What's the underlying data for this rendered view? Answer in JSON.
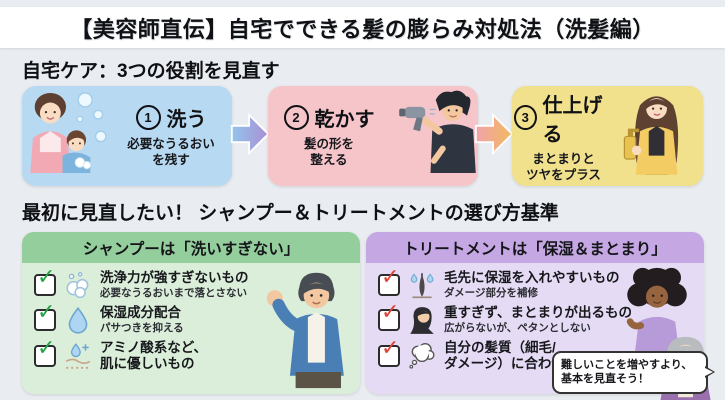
{
  "colors": {
    "background": "#e9edf1",
    "title_bar": "#ffffff",
    "card_wash": "#b7d9f1",
    "card_dry": "#f6c5ca",
    "card_finish": "#f1e18d",
    "shampoo_header": "#93ce9c",
    "shampoo_body": "#daeeda",
    "treatment_header": "#c5a8e3",
    "treatment_body": "#e6dbf4",
    "check_green": "#27a347",
    "check_red": "#df4438"
  },
  "header": {
    "title": "【美容師直伝】自宅でできる髪の膨らみ対処法（洗髪編）"
  },
  "section1": {
    "heading": "自宅ケア：3つの役割を見直す",
    "cards": [
      {
        "number": "1",
        "title": "洗う",
        "desc": "必要なうるおい\nを残す",
        "illustration": "mother-child-washing"
      },
      {
        "number": "2",
        "title": "乾かす",
        "desc": "髪の形を\n整える",
        "illustration": "man-hairdryer"
      },
      {
        "number": "3",
        "title": "仕上げる",
        "desc": "まとまりと\nツヤをプラス",
        "illustration": "woman-styling-bottle"
      }
    ]
  },
  "section2": {
    "heading": "最初に見直したい！ シャンプー＆トリートメントの選び方基準",
    "shampoo_panel": {
      "title": "シャンプーは「洗いすぎない」",
      "items": [
        {
          "icon": "foam-icon",
          "main": "洗浄力が強すぎないもの",
          "sub": "必要なうるおいまで落とさない"
        },
        {
          "icon": "water-drop-icon",
          "main": "保湿成分配合",
          "sub": "パサつきを抑える"
        },
        {
          "icon": "scalp-moisture-icon",
          "main": "アミノ酸系など、\n肌に優しいもの",
          "sub": ""
        }
      ],
      "illustration": "man-thumbs-up"
    },
    "treatment_panel": {
      "title": "トリートメントは「保湿＆まとまり」",
      "items": [
        {
          "icon": "hair-follicle-drops-icon",
          "main": "毛先に保湿を入れやすいもの",
          "sub": "ダメージ部分を補修"
        },
        {
          "icon": "long-hair-icon",
          "main": "重すぎず、まとまりが出るもの",
          "sub": "広がらないが、ペタンとしない"
        },
        {
          "icon": "thought-bubble-icon",
          "main": "自分の髪質（細毛/\nダメージ）に合わせる",
          "sub": ""
        }
      ],
      "illustration": "curly-hair-woman"
    },
    "speech_bubble": "難しいことを増やすより、\n基本を見直そう！",
    "speech_bubble_speaker": "elderly-woman"
  }
}
